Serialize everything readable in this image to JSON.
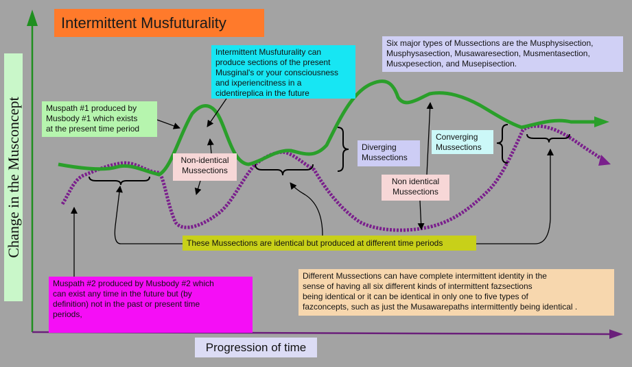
{
  "title": "Intermittent Musfuturality",
  "y_axis_label": "Change in the Musconcept",
  "x_axis_label": "Progression of time",
  "boxes": {
    "musfuturality": [
      "Intermittent Musfuturality can",
      "produce sections of the present",
      "Musginal's or your consciousness",
      "and ixperiencitness in a",
      "cidentireplica in the future"
    ],
    "six_types": [
      "Six major types of Mussections are the Musphysisection,",
      "Musphysasection, Musawaresection, Musmentasection,",
      "Musxpesection, and Musepisection."
    ],
    "muspath1": [
      "Muspath #1 produced by",
      "Musbody #1 which exists",
      "at the present time period"
    ],
    "non_identical_1": [
      "Non-identical",
      "Mussections"
    ],
    "diverging": [
      "Diverging",
      "Mussections"
    ],
    "converging": [
      "Converging",
      "Mussections"
    ],
    "non_identical_2": [
      "Non identical",
      "Mussections"
    ],
    "identical": "These Mussections are identical but produced at different time periods",
    "muspath2": [
      "Muspath #2 produced by Musbody #2 which",
      "can exist any time in the future but (by",
      "definition) not in the past or present time",
      "periods,"
    ],
    "different": [
      "Different Mussections can have complete intermittent identity in the",
      "sense of having all six different kinds of intermittent fazsections",
      "being identical or it can be identical in only one to five types of",
      "fazconcepts, such as just the Musawarepaths intermittently being identical ."
    ]
  },
  "colors": {
    "background": "#a3a3a3",
    "title_bg": "#ff7a2b",
    "green_path": "#2a9f2a",
    "purple_path": "#7a1f8c",
    "y_axis": "#1f8f1f",
    "x_axis": "#6a1f7a",
    "musfuturality_bg": "#17e6f3",
    "six_types_bg": "#d0d0f5",
    "muspath1_bg": "#b6f5ae",
    "non_identical_bg": "#f7d7d7",
    "diverging_bg": "#cdcdf5",
    "converging_bg": "#ccf8f8",
    "identical_bg": "#c8d019",
    "muspath2_bg": "#f50ef6",
    "different_bg": "#f7d7ae"
  }
}
